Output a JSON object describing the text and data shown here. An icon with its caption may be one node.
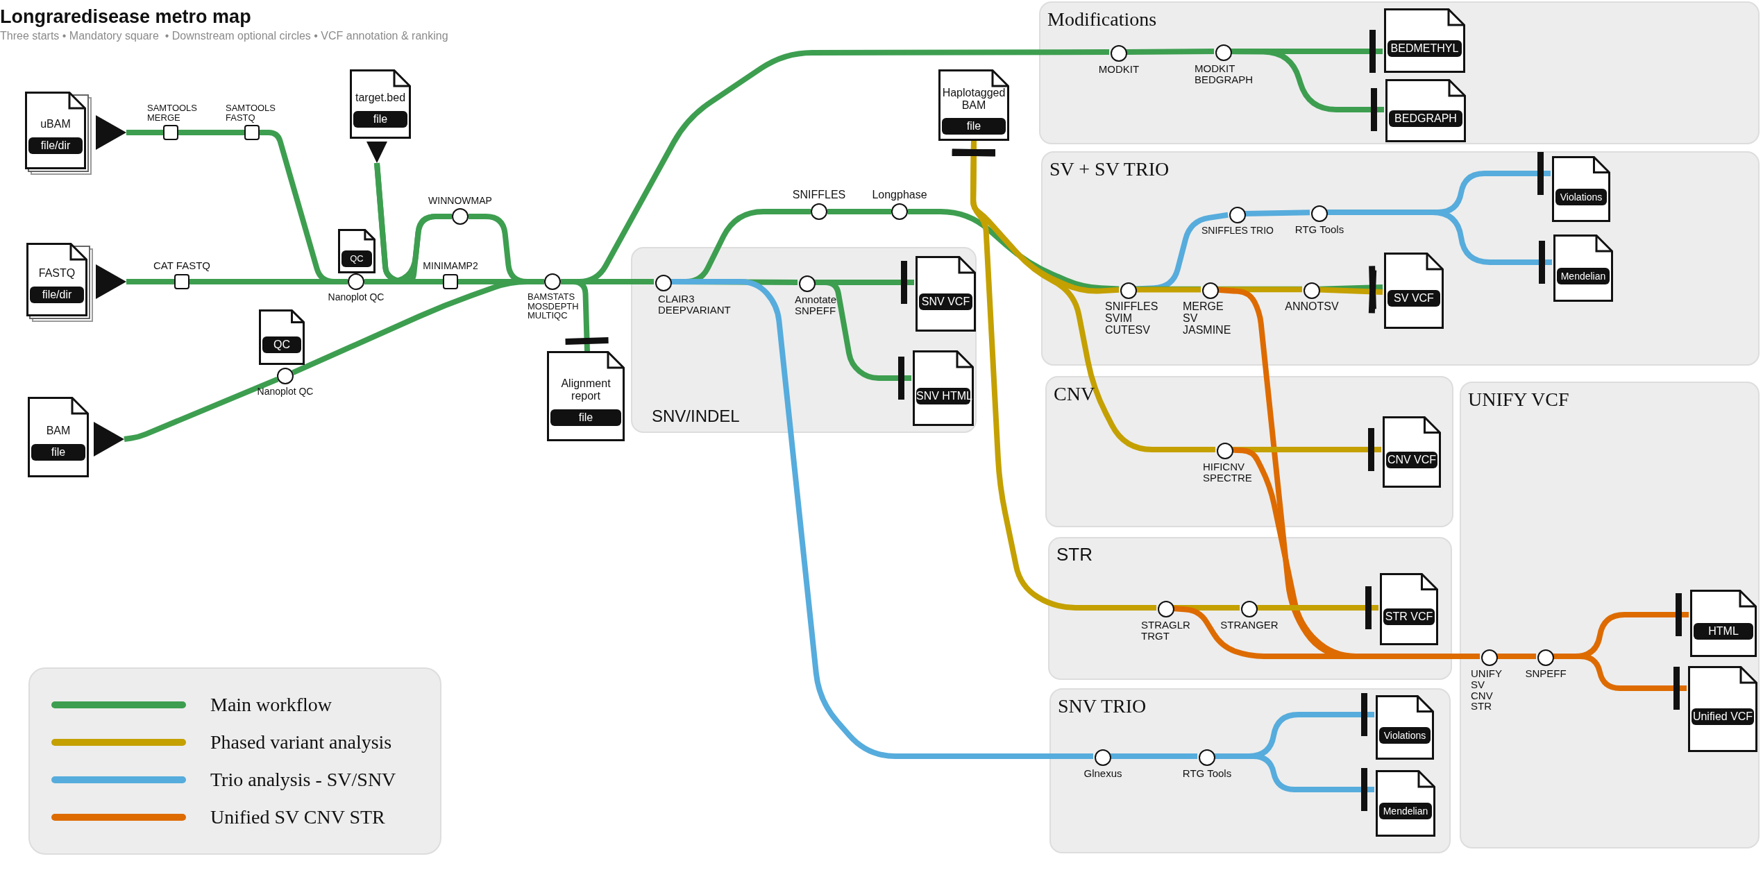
{
  "diagram": {
    "title": "Longraredisease metro map",
    "caption": "Three starts • Mandatory square  • Downstream optional circles • VCF annotation & ranking",
    "nodes": [
      {
        "text": [
          "uBAM",
          "file/dir"
        ]
      },
      {
        "text": [
          "FASTQ",
          "file/dir"
        ]
      },
      {
        "text": [
          "BAM",
          "file"
        ]
      },
      {
        "text": [],
        "shape": "box",
        "beside": [
          "SAMTOOLS MERGE"
        ]
      },
      {
        "text": [],
        "shape": "box",
        "beside": [
          "SAMTOOLS FASTQ"
        ]
      },
      {
        "text": [],
        "shape": "box",
        "beside": [
          "CAT FASTQ"
        ]
      },
      {
        "text": [
          "target.bed",
          "file"
        ]
      },
      {
        "text": [
          "QC"
        ]
      },
      {
        "text": [],
        "shape": "circle",
        "beside": [
          "Nanoplot QC"
        ]
      },
      {
        "text": [
          "QC"
        ]
      },
      {
        "text": [],
        "shape": "circle",
        "beside": [
          "Nanoplot QC"
        ]
      },
      {
        "text": [],
        "shape": "circle",
        "beside": [
          "WINNOWMAP"
        ]
      },
      {
        "text": [],
        "shape": "box",
        "beside": [
          "MINIMAMP2"
        ]
      },
      {
        "text": [],
        "shape": "circle",
        "beside": [
          "BAMSTATS MOSDEPTH MULTIQC"
        ]
      },
      {
        "text": [
          "Alignment report",
          "file"
        ]
      },
      {
        "text": [
          "SNV/INDEL"
        ]
      },
      {
        "text": [],
        "shape": "circle",
        "beside": [
          "CLAIR3 DEEPVARIANT"
        ],
        "in": 15
      },
      {
        "text": [],
        "shape": "circle",
        "beside": [
          "Annotate SNPEFF"
        ],
        "in": 15
      },
      {
        "text": [
          "SNV VCF"
        ],
        "in": 15
      },
      {
        "text": [
          "SNV HTML"
        ],
        "in": 15
      },
      {
        "text": [],
        "shape": "circle",
        "beside": [
          "SNIFFLES"
        ]
      },
      {
        "text": [],
        "shape": "circle",
        "beside": [
          "Longphase"
        ]
      },
      {
        "text": [
          "Haplotagged BAM",
          "file"
        ]
      },
      {
        "text": [
          "Modifications"
        ]
      },
      {
        "text": [],
        "shape": "circle",
        "beside": [
          "MODKIT"
        ],
        "in": 23
      },
      {
        "text": [],
        "shape": "circle",
        "beside": [
          "MODKIT BEDGRAPH"
        ],
        "in": 23
      },
      {
        "text": [
          "BEDMETHYL"
        ],
        "in": 23
      },
      {
        "text": [
          "BEDGRAPH"
        ],
        "in": 23
      },
      {
        "text": [
          "SV + SV TRIO"
        ]
      },
      {
        "text": [],
        "shape": "circle",
        "beside": [
          "SNIFFLES SVIM CUTESV"
        ],
        "in": 28
      },
      {
        "text": [],
        "shape": "circle",
        "beside": [
          "SNIFFLES TRIO"
        ],
        "in": 28
      },
      {
        "text": [],
        "shape": "circle",
        "beside": [
          "RTG Tools"
        ],
        "in": 28
      },
      {
        "text": [
          "Violations"
        ],
        "in": 28
      },
      {
        "text": [
          "Mendelian"
        ],
        "in": 28
      },
      {
        "text": [],
        "shape": "circle",
        "beside": [
          "MERGE SV JASMINE"
        ],
        "in": 28
      },
      {
        "text": [],
        "shape": "circle",
        "beside": [
          "ANNOTSV"
        ],
        "in": 28
      },
      {
        "text": [
          "SV VCF"
        ],
        "in": 28
      },
      {
        "text": [
          "CNV"
        ]
      },
      {
        "text": [],
        "shape": "circle",
        "beside": [
          "HIFICNV SPECTRE"
        ],
        "in": 37
      },
      {
        "text": [
          "CNV VCF"
        ],
        "in": 37
      },
      {
        "text": [
          "STR"
        ]
      },
      {
        "text": [],
        "shape": "circle",
        "beside": [
          "STRAGLR TRGT"
        ],
        "in": 40
      },
      {
        "text": [],
        "shape": "circle",
        "beside": [
          "STRANGER"
        ],
        "in": 40
      },
      {
        "text": [
          "STR VCF"
        ],
        "in": 40
      },
      {
        "text": [
          "UNIFY VCF"
        ]
      },
      {
        "text": [],
        "shape": "circle",
        "beside": [
          "UNIFY SV CNV STR"
        ],
        "in": 44
      },
      {
        "text": [],
        "shape": "circle",
        "beside": [
          "SNPEFF"
        ],
        "in": 44
      },
      {
        "text": [
          "HTML"
        ],
        "in": 44
      },
      {
        "text": [
          "Unified VCF"
        ],
        "in": 44
      },
      {
        "text": [
          "SNV TRIO"
        ]
      },
      {
        "text": [],
        "shape": "circle",
        "beside": [
          "Glnexus"
        ],
        "in": 49
      },
      {
        "text": [],
        "shape": "circle",
        "beside": [
          "RTG Tools"
        ],
        "in": 49
      },
      {
        "text": [
          "Violations"
        ],
        "in": 49
      },
      {
        "text": [
          "Mendelian"
        ],
        "in": 49
      },
      {
        "text": [],
        "shape": "triangle"
      },
      {
        "text": [],
        "shape": "triangle"
      },
      {
        "text": [],
        "shape": "triangle"
      },
      {
        "text": [],
        "shape": "triangle"
      }
    ],
    "edges": [
      {
        "from": 54,
        "to": 3,
        "arrow": "none"
      },
      {
        "from": 3,
        "to": 4,
        "arrow": "none"
      },
      {
        "from": 4,
        "to": 8,
        "arrow": "none"
      },
      {
        "from": 55,
        "to": 5,
        "arrow": "none"
      },
      {
        "from": 5,
        "to": 8,
        "arrow": "none"
      },
      {
        "from": 8,
        "to": 12,
        "arrow": "none"
      },
      {
        "from": 8,
        "to": 11,
        "arrow": "none"
      },
      {
        "from": 57,
        "to": 12,
        "arrow": "none"
      },
      {
        "from": 57,
        "to": 11,
        "arrow": "none"
      },
      {
        "from": 11,
        "to": 13,
        "arrow": "none"
      },
      {
        "from": 12,
        "to": 13,
        "arrow": "none"
      },
      {
        "from": 56,
        "to": 10,
        "arrow": "none"
      },
      {
        "from": 10,
        "to": 13,
        "arrow": "none"
      },
      {
        "from": 13,
        "to": 14,
        "arrow": "other"
      },
      {
        "from": 13,
        "to": 16,
        "arrow": "none"
      },
      {
        "from": 13,
        "to": 24,
        "arrow": "none"
      },
      {
        "from": 16,
        "to": 17,
        "arrow": "none"
      },
      {
        "from": 16,
        "to": 20,
        "arrow": "none"
      },
      {
        "from": 16,
        "to": 50,
        "arrow": "none",
        "color": "#56acdc"
      },
      {
        "from": 17,
        "to": 18,
        "arrow": "other"
      },
      {
        "from": 17,
        "to": 19,
        "arrow": "other"
      },
      {
        "from": 20,
        "to": 21,
        "arrow": "none"
      },
      {
        "from": 21,
        "to": 29,
        "arrow": "none"
      },
      {
        "from": 22,
        "to": 29,
        "arrow": "other",
        "color": "#c4a000"
      },
      {
        "from": 22,
        "to": 38,
        "arrow": "other",
        "color": "#c4a000"
      },
      {
        "from": 22,
        "to": 41,
        "arrow": "other",
        "color": "#c4a000"
      },
      {
        "from": 29,
        "to": 30,
        "arrow": "none",
        "color": "#56acdc"
      },
      {
        "from": 30,
        "to": 31,
        "arrow": "none",
        "color": "#56acdc"
      },
      {
        "from": 31,
        "to": 32,
        "arrow": "other",
        "color": "#56acdc"
      },
      {
        "from": 31,
        "to": 33,
        "arrow": "other",
        "color": "#56acdc"
      },
      {
        "from": 29,
        "to": 34,
        "arrow": "none"
      },
      {
        "from": 29,
        "to": 34,
        "arrow": "none",
        "color": "#c4a000"
      },
      {
        "from": 34,
        "to": 35,
        "arrow": "none"
      },
      {
        "from": 34,
        "to": 35,
        "arrow": "none",
        "color": "#c4a000"
      },
      {
        "from": 35,
        "to": 36,
        "arrow": "other"
      },
      {
        "from": 35,
        "to": 36,
        "arrow": "other",
        "color": "#c4a000"
      },
      {
        "from": 34,
        "to": 45,
        "arrow": "none",
        "color": "#dd6b00"
      },
      {
        "from": 38,
        "to": 39,
        "arrow": "other",
        "color": "#c4a000"
      },
      {
        "from": 38,
        "to": 45,
        "arrow": "none",
        "color": "#dd6b00"
      },
      {
        "from": 41,
        "to": 42,
        "arrow": "none",
        "color": "#c4a000"
      },
      {
        "from": 42,
        "to": 43,
        "arrow": "other",
        "color": "#c4a000"
      },
      {
        "from": 41,
        "to": 45,
        "arrow": "none",
        "color": "#dd6b00"
      },
      {
        "from": 45,
        "to": 46,
        "arrow": "none",
        "color": "#dd6b00"
      },
      {
        "from": 46,
        "to": 47,
        "arrow": "other",
        "color": "#dd6b00"
      },
      {
        "from": 46,
        "to": 48,
        "arrow": "other",
        "color": "#dd6b00"
      },
      {
        "from": 50,
        "to": 51,
        "arrow": "none",
        "color": "#56acdc"
      },
      {
        "from": 51,
        "to": 52,
        "arrow": "other",
        "color": "#56acdc"
      },
      {
        "from": 51,
        "to": 53,
        "arrow": "other",
        "color": "#56acdc"
      },
      {
        "from": 24,
        "to": 25,
        "arrow": "none"
      },
      {
        "from": 25,
        "to": 26,
        "arrow": "other"
      },
      {
        "from": 25,
        "to": 27,
        "arrow": "other"
      }
    ],
    "legend": [
      {
        "text": "Main workflow",
        "color": "#3d9e50"
      },
      {
        "text": "Phased variant analysis",
        "color": "#c4a000"
      },
      {
        "text": "Trio analysis - SV/SNV",
        "color": "#56acdc"
      },
      {
        "text": "Unified SV CNV STR",
        "color": "#dd6b00"
      }
    ]
  }
}
